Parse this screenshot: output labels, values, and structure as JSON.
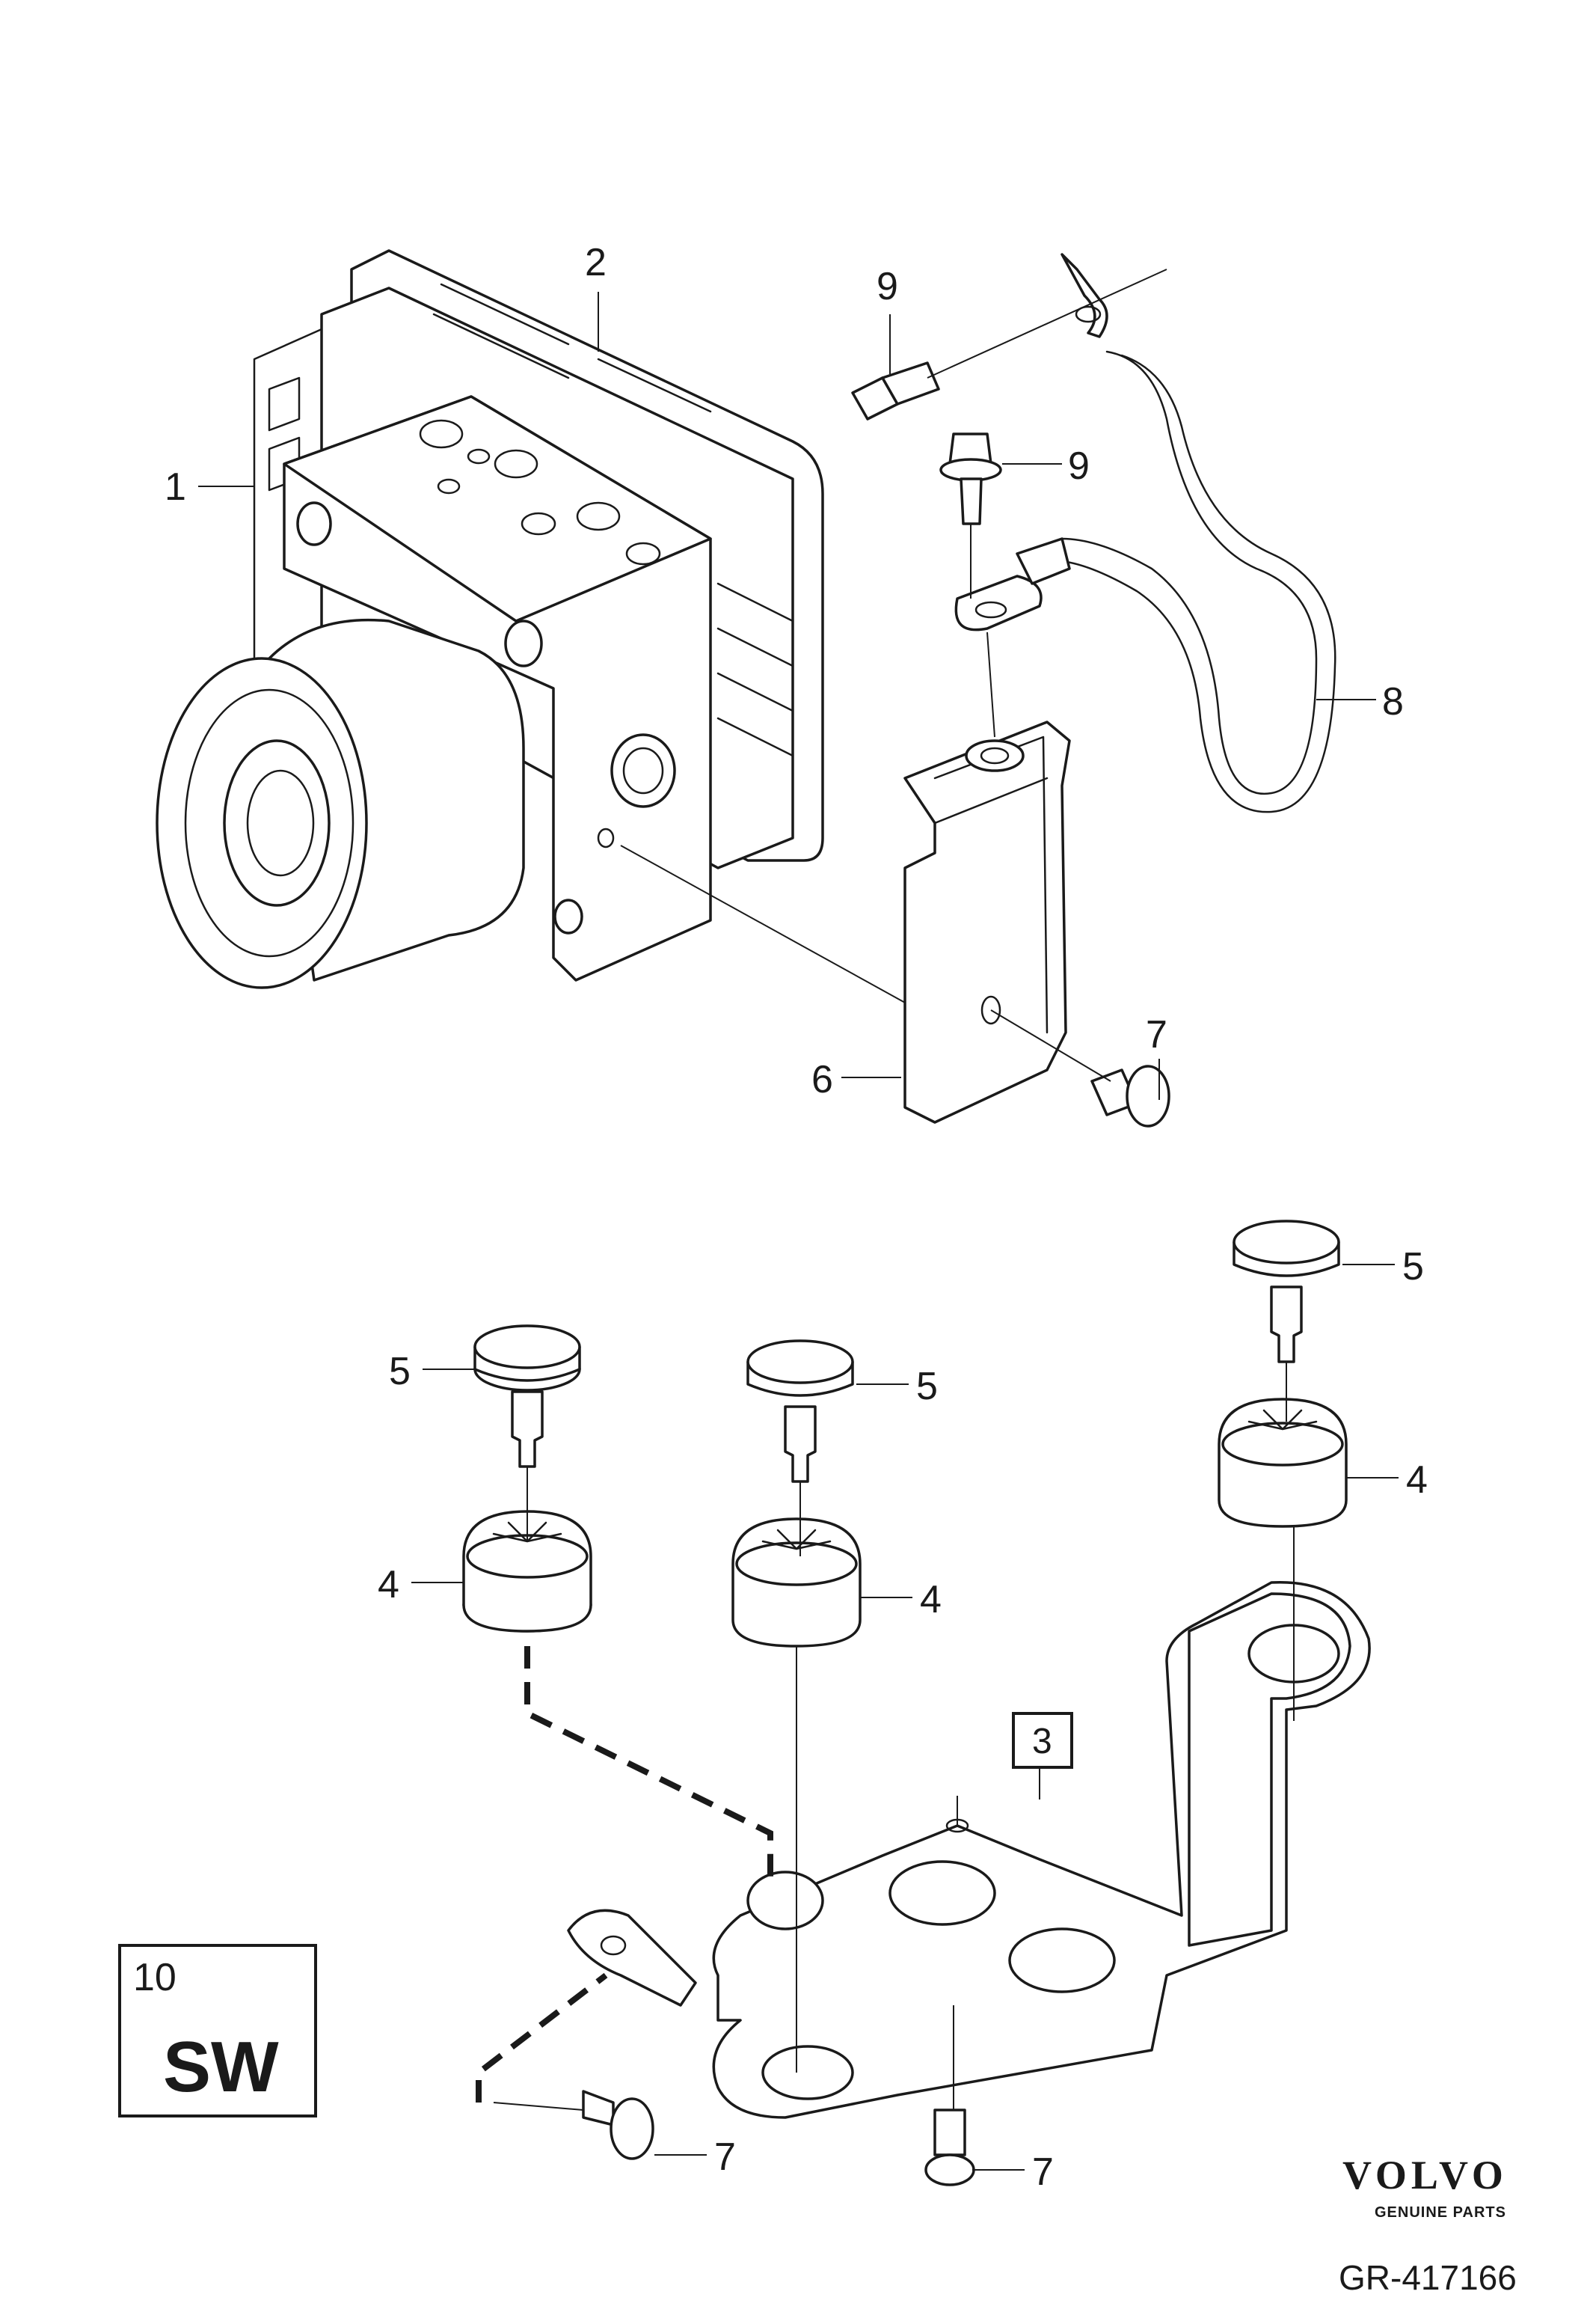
{
  "callouts": {
    "c1": "1",
    "c2": "2",
    "c3": "3",
    "c4a": "4",
    "c4b": "4",
    "c4c": "4",
    "c5a": "5",
    "c5b": "5",
    "c5c": "5",
    "c6": "6",
    "c7a": "7",
    "c7b": "7",
    "c7c": "7",
    "c8": "8",
    "c9a": "9",
    "c9b": "9"
  },
  "legend": {
    "number": "10",
    "code": "SW"
  },
  "brand": {
    "name": "VOLVO",
    "tagline": "GENUINE PARTS"
  },
  "reference": "GR-417166",
  "colors": {
    "line": "#1a1a1a",
    "background": "#ffffff"
  }
}
